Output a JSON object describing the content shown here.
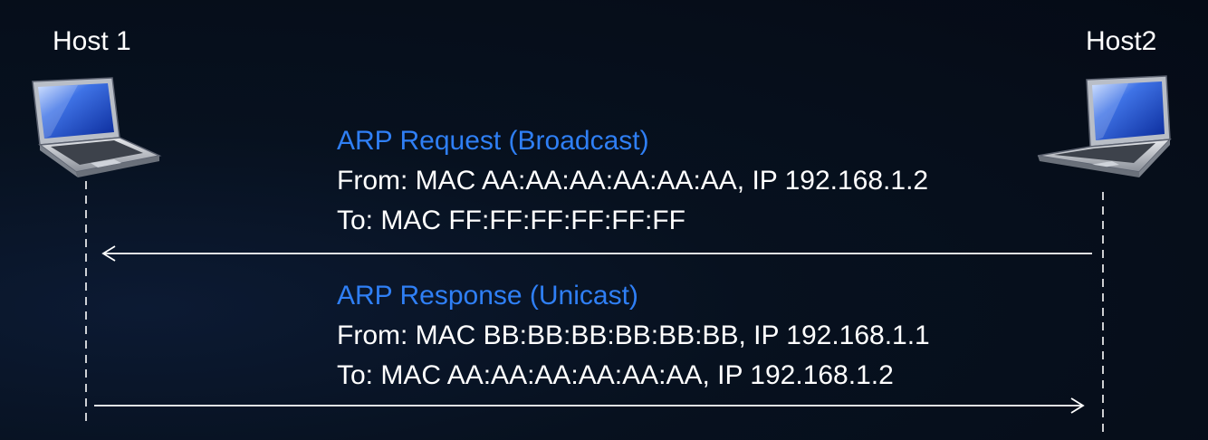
{
  "hosts": {
    "host1": "Host 1",
    "host2": "Host2"
  },
  "messages": {
    "request": {
      "title": "ARP Request (Broadcast)",
      "from": "From: MAC AA:AA:AA:AA:AA:AA, IP 192.168.1.2",
      "to": "To: MAC FF:FF:FF:FF:FF:FF"
    },
    "response": {
      "title": "ARP Response (Unicast)",
      "from": "From: MAC BB:BB:BB:BB:BB:BB, IP 192.168.1.1",
      "to": "To: MAC AA:AA:AA:AA:AA:AA, IP 192.168.1.2"
    }
  },
  "colors": {
    "background": "#050b16",
    "title_text": "#2f7ff5",
    "body_text": "#ffffff",
    "lines": "#ffffff"
  },
  "icons": {
    "host1": "laptop-icon",
    "host2": "laptop-icon"
  }
}
